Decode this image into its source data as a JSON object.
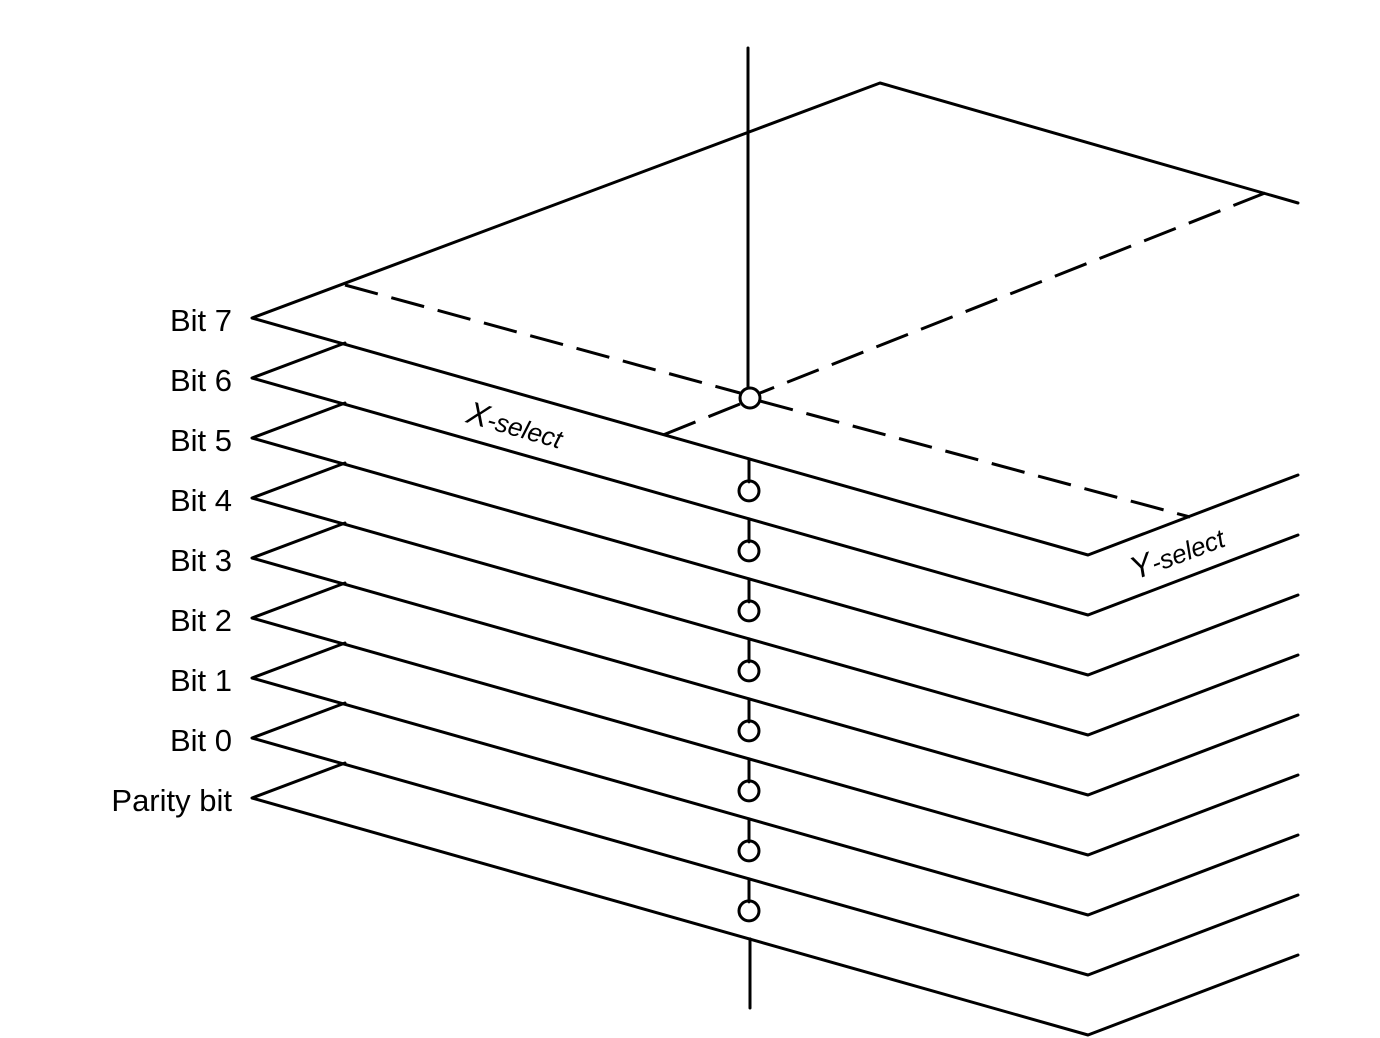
{
  "bit_labels": [
    "Bit 7",
    "Bit 6",
    "Bit 5",
    "Bit 4",
    "Bit 3",
    "Bit 2",
    "Bit 1",
    "Bit 0",
    "Parity bit"
  ],
  "x_select": {
    "letter": "X",
    "suffix": "-select"
  },
  "y_select": {
    "letter": "Y",
    "suffix": "-select"
  }
}
